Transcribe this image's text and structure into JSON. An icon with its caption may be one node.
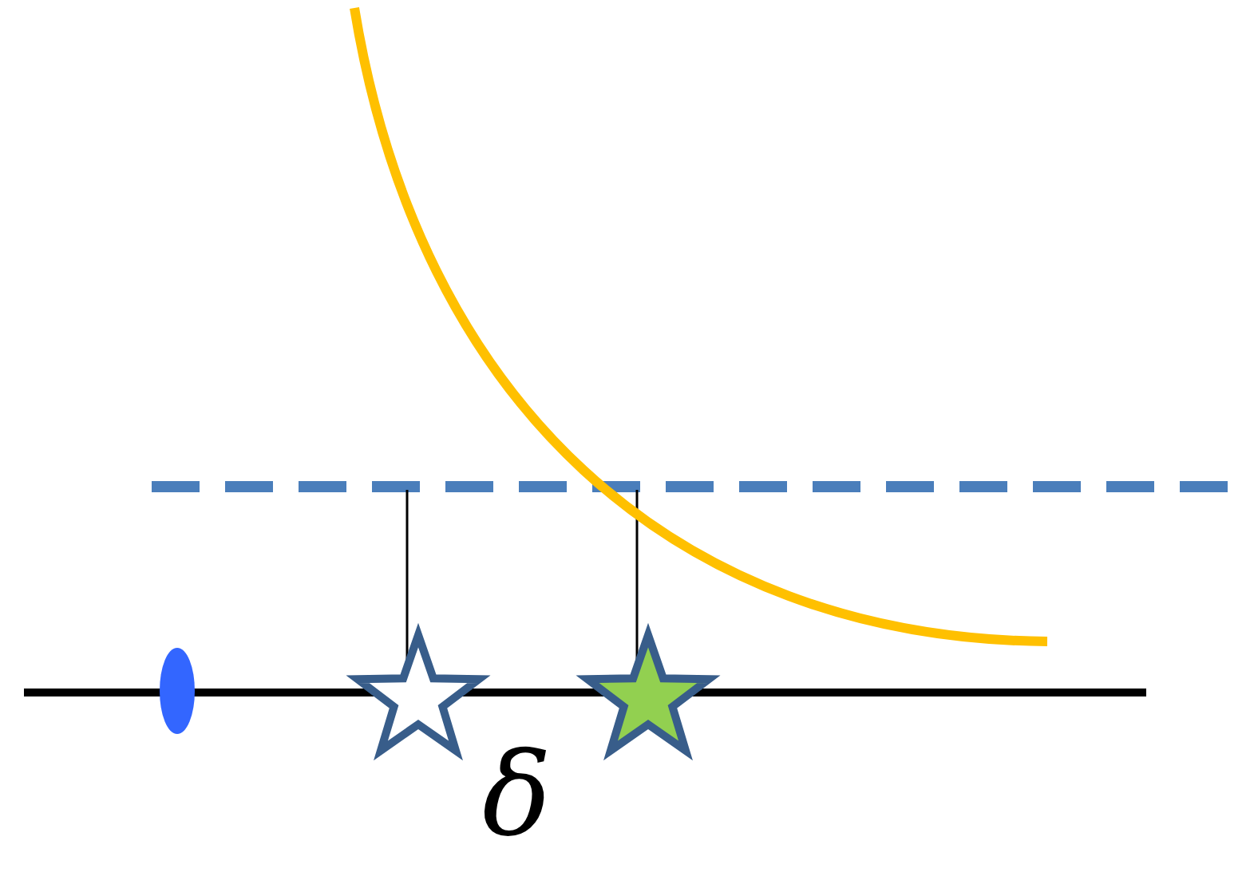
{
  "diagram": {
    "nodes": [
      {
        "text": [],
        "shape": "ellipse"
      },
      {
        "text": [],
        "shape": "star"
      },
      {
        "text": [],
        "shape": "star"
      }
    ],
    "labels": [
      "δ"
    ]
  }
}
